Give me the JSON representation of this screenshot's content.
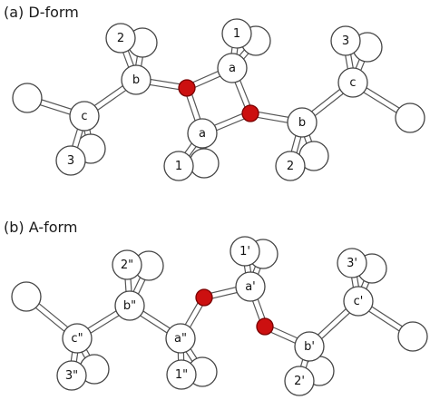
{
  "panels": [
    {
      "id": "d-form",
      "label": "(a) D-form",
      "atoms": {
        "L1": {
          "label": ""
        },
        "C": {
          "label": "c"
        },
        "C3": {
          "label": "3"
        },
        "C3b": {
          "label": ""
        },
        "B": {
          "label": "b"
        },
        "B2": {
          "label": "2"
        },
        "B2b": {
          "label": ""
        },
        "O1": {
          "label": "",
          "oxygen": true
        },
        "A1": {
          "label": "a"
        },
        "A11": {
          "label": "1"
        },
        "A11b": {
          "label": ""
        },
        "A2": {
          "label": "a"
        },
        "A21": {
          "label": "1"
        },
        "A21b": {
          "label": ""
        },
        "O2": {
          "label": "",
          "oxygen": true
        },
        "B3": {
          "label": "b"
        },
        "B32": {
          "label": "2"
        },
        "B32b": {
          "label": ""
        },
        "C4": {
          "label": "c"
        },
        "C43": {
          "label": "3"
        },
        "C43b": {
          "label": ""
        },
        "R1": {
          "label": ""
        }
      }
    },
    {
      "id": "a-form",
      "label": "(b) A-form",
      "atoms": {
        "L1": {
          "label": ""
        },
        "C": {
          "label": "c\""
        },
        "C3": {
          "label": "3\""
        },
        "C3b": {
          "label": ""
        },
        "B": {
          "label": "b\""
        },
        "B2": {
          "label": "2\""
        },
        "B2b": {
          "label": ""
        },
        "A": {
          "label": "a\""
        },
        "A1": {
          "label": "1\""
        },
        "A1b": {
          "label": ""
        },
        "O1": {
          "label": "",
          "oxygen": true
        },
        "A2": {
          "label": "a'"
        },
        "A21": {
          "label": "1'"
        },
        "A21b": {
          "label": ""
        },
        "O2": {
          "label": "",
          "oxygen": true
        },
        "B3": {
          "label": "b'"
        },
        "B32": {
          "label": "2'"
        },
        "B32b": {
          "label": ""
        },
        "C4": {
          "label": "c'"
        },
        "C43": {
          "label": "3'"
        },
        "C43b": {
          "label": ""
        },
        "R1": {
          "label": ""
        }
      }
    }
  ],
  "colors": {
    "atom_fill": "#ffffff",
    "atom_stroke": "#444444",
    "bond_fill": "#ffffff",
    "bond_stroke": "#555555",
    "oxygen": "#cc1010"
  }
}
